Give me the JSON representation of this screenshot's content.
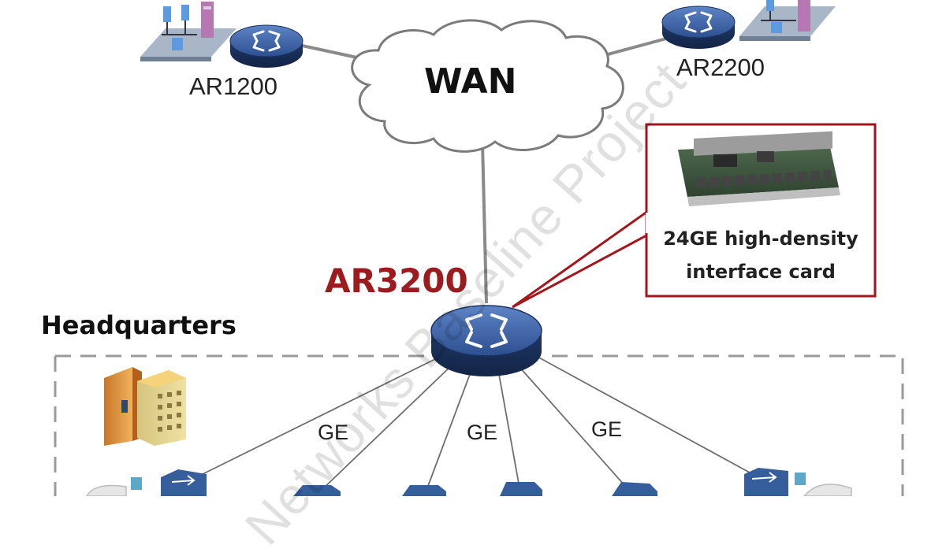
{
  "routers": {
    "branch_left": "AR1200",
    "branch_right": "AR2200",
    "core": "AR3200"
  },
  "cloud": {
    "label": "WAN"
  },
  "callout": {
    "line1": "24GE high-density",
    "line2": "interface card"
  },
  "site": {
    "label": "Headquarters"
  },
  "links": [
    "GE",
    "GE",
    "GE"
  ],
  "watermark": "Networks Baseline Project",
  "colors": {
    "accent": "#9b1b1e",
    "router": "#33548e",
    "link": "#8a8a8a",
    "dashed": "#999999"
  }
}
